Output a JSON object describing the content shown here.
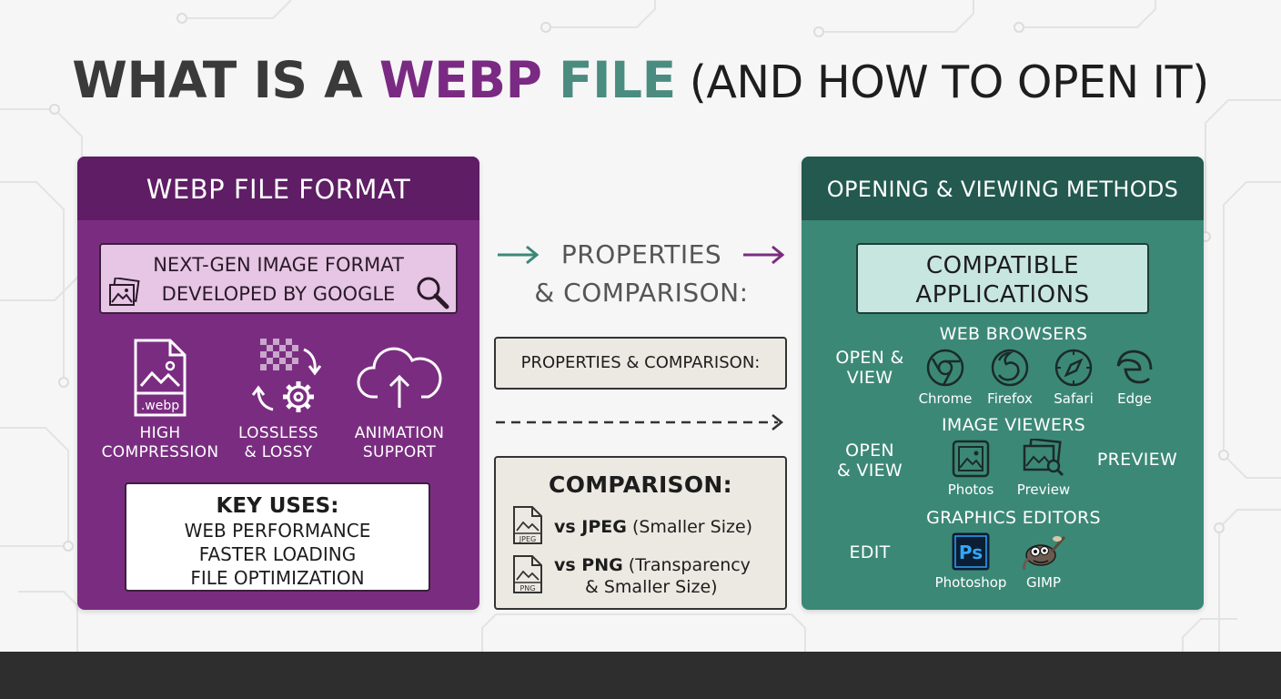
{
  "title": {
    "part1": "WHAT IS A ",
    "part2": "WEBP",
    "part3": " FILE",
    "part4": " (AND HOW TO OPEN IT)"
  },
  "left_panel": {
    "header": "WEBP FILE FORMAT",
    "nextgen_line1": "NEXT-GEN IMAGE FORMAT",
    "nextgen_line2": "DEVELOPED BY GOOGLE",
    "file_icon_text": ".webp",
    "features": [
      {
        "line1": "HIGH",
        "line2": "COMPRESSION",
        "icon": "webp-file-icon"
      },
      {
        "line1": "LOSSLESS",
        "line2": "& LOSSY",
        "icon": "checker-gear-cycle-icon"
      },
      {
        "line1": "ANIMATION",
        "line2": "SUPPORT",
        "icon": "cloud-upload-icon"
      }
    ],
    "key_uses": {
      "title": "KEY USES:",
      "items": [
        "WEB PERFORMANCE",
        "FASTER LOADING",
        "FILE OPTIMIZATION"
      ]
    }
  },
  "middle": {
    "heading_line1": "PROPERTIES",
    "heading_line2": "& COMPARISON:",
    "box1_label": "PROPERTIES & COMPARISON:",
    "comparison": {
      "title": "COMPARISON:",
      "rows": [
        {
          "icon_text": "JPEG",
          "format": "vs JPEG",
          "detail": "(Smaller Size)"
        },
        {
          "icon_text": "PNG",
          "format": "vs PNG",
          "detail": "(Transparency",
          "detail2": "& Smaller Size)"
        }
      ]
    }
  },
  "right_panel": {
    "header": "OPENING & VIEWING METHODS",
    "compat_line1": "COMPATIBLE",
    "compat_line2": "APPLICATIONS",
    "web_browsers": {
      "title": "WEB BROWSERS",
      "side_line1": "OPEN &",
      "side_line2": "VIEW",
      "apps": [
        "Chrome",
        "Firefox",
        "Safari",
        "Edge"
      ]
    },
    "image_viewers": {
      "title": "IMAGE VIEWERS",
      "side_line1": "OPEN",
      "side_line2": "& VIEW",
      "apps": [
        "Photos",
        "Preview"
      ],
      "right_label": "PREVIEW"
    },
    "graphics_editors": {
      "title": "GRAPHICS EDITORS",
      "side_label": "EDIT",
      "apps": [
        "Photoshop",
        "GIMP"
      ],
      "ps_icon_text": "Ps"
    }
  },
  "colors": {
    "purple": "#7a2d80",
    "purple_dark": "#5e1d64",
    "teal": "#3c8877",
    "teal_dark": "#23594f",
    "title_webp": "#7a2a82",
    "title_file": "#4a8c80"
  }
}
